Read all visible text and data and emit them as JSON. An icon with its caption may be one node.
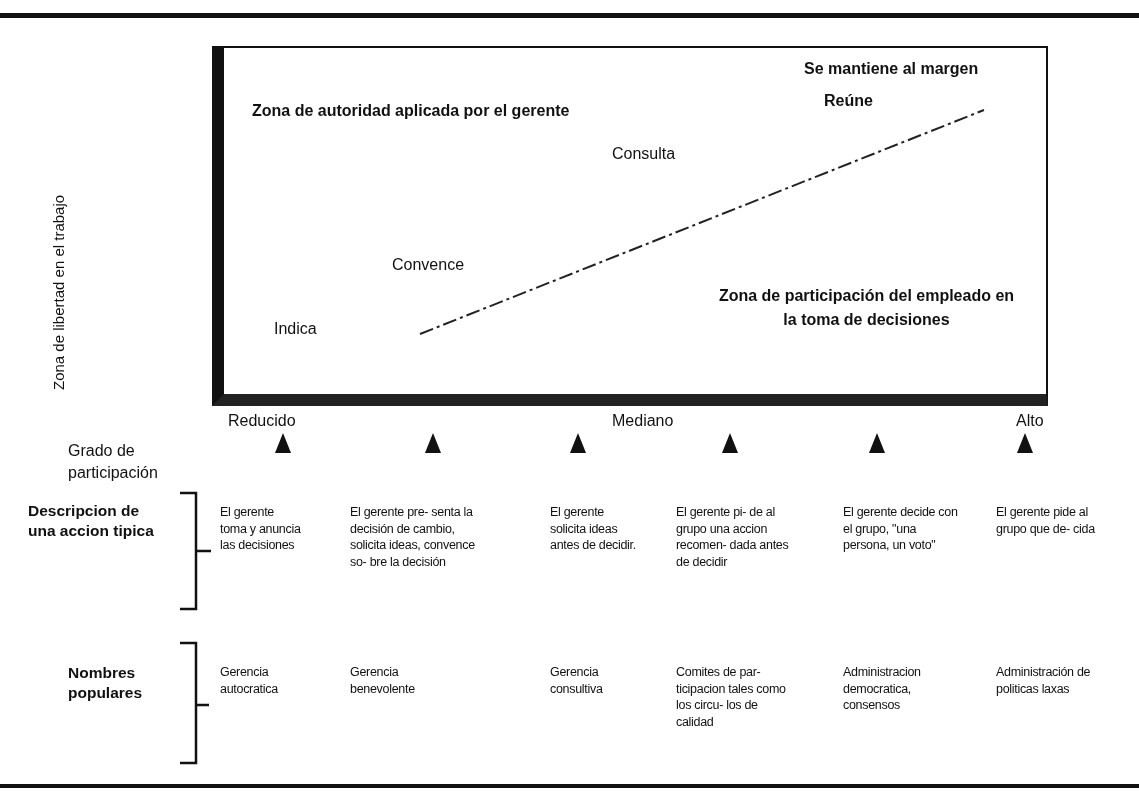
{
  "diagram": {
    "nodes": [
      {
        "text": [
          "Se mantiene al margen",
          "Zona de autoridad aplicada por el gerente",
          "Reúne",
          "Consulta",
          "Convence",
          "Zona de participación del empleado en la toma de decisiones",
          "Indica"
        ]
      }
    ],
    "labels": [
      "Zona de libertad en el trabajo",
      "Reducido",
      "Mediano",
      "Alto",
      "Grado de participación",
      "Descripcion de una accion tipica",
      "El gerente toma y anuncia las decisiones",
      "El gerente pre- senta la decisión de cambio, solicita ideas, convence so- bre la decisión",
      "El gerente solicita ideas antes de decidir.",
      "El gerente pi- de al grupo una accion recomen- dada antes de decidir",
      "El gerente decide con el grupo, \"una persona, un voto\"",
      "El gerente pide al grupo que de- cida",
      "Nombres populares",
      "Gerencia autocratica",
      "Gerencia benevolente",
      "Gerencia consultiva",
      "Comites de par- ticipacion tales como los circu- los de calidad",
      "Administracion democratica, consensos",
      "Administración de politicas laxas"
    ]
  }
}
